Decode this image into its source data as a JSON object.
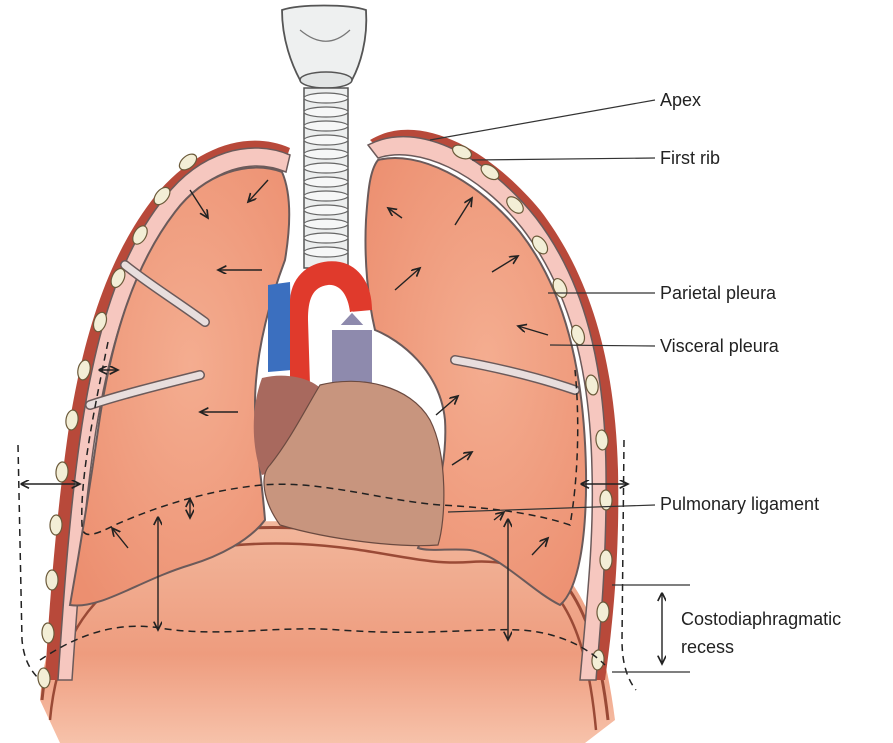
{
  "labels": {
    "apex": "Apex",
    "first_rib": "First rib",
    "parietal_pleura": "Parietal pleura",
    "visceral_pleura": "Visceral pleura",
    "pulmonary_ligament": "Pulmonary ligament",
    "costodiaphragmatic_1": "Costodiaphragmatic",
    "costodiaphragmatic_2": "recess"
  },
  "colors": {
    "lung": "#ef9b7c",
    "lung_dark": "#e6876a",
    "pleura_pink": "#f6c7bf",
    "pleura_line": "#6b5a5a",
    "chest_wall": "#b8493a",
    "rib": "#f3eed6",
    "diaphragm": "#f0a183",
    "diaphragm_edge": "#9a4a36",
    "heart": "#c8957e",
    "atrium": "#a8695e",
    "aorta": "#e03a2c",
    "svc": "#3b6fbf",
    "pulmonary_trunk": "#8e8aad",
    "trachea": "#e9ecec"
  }
}
